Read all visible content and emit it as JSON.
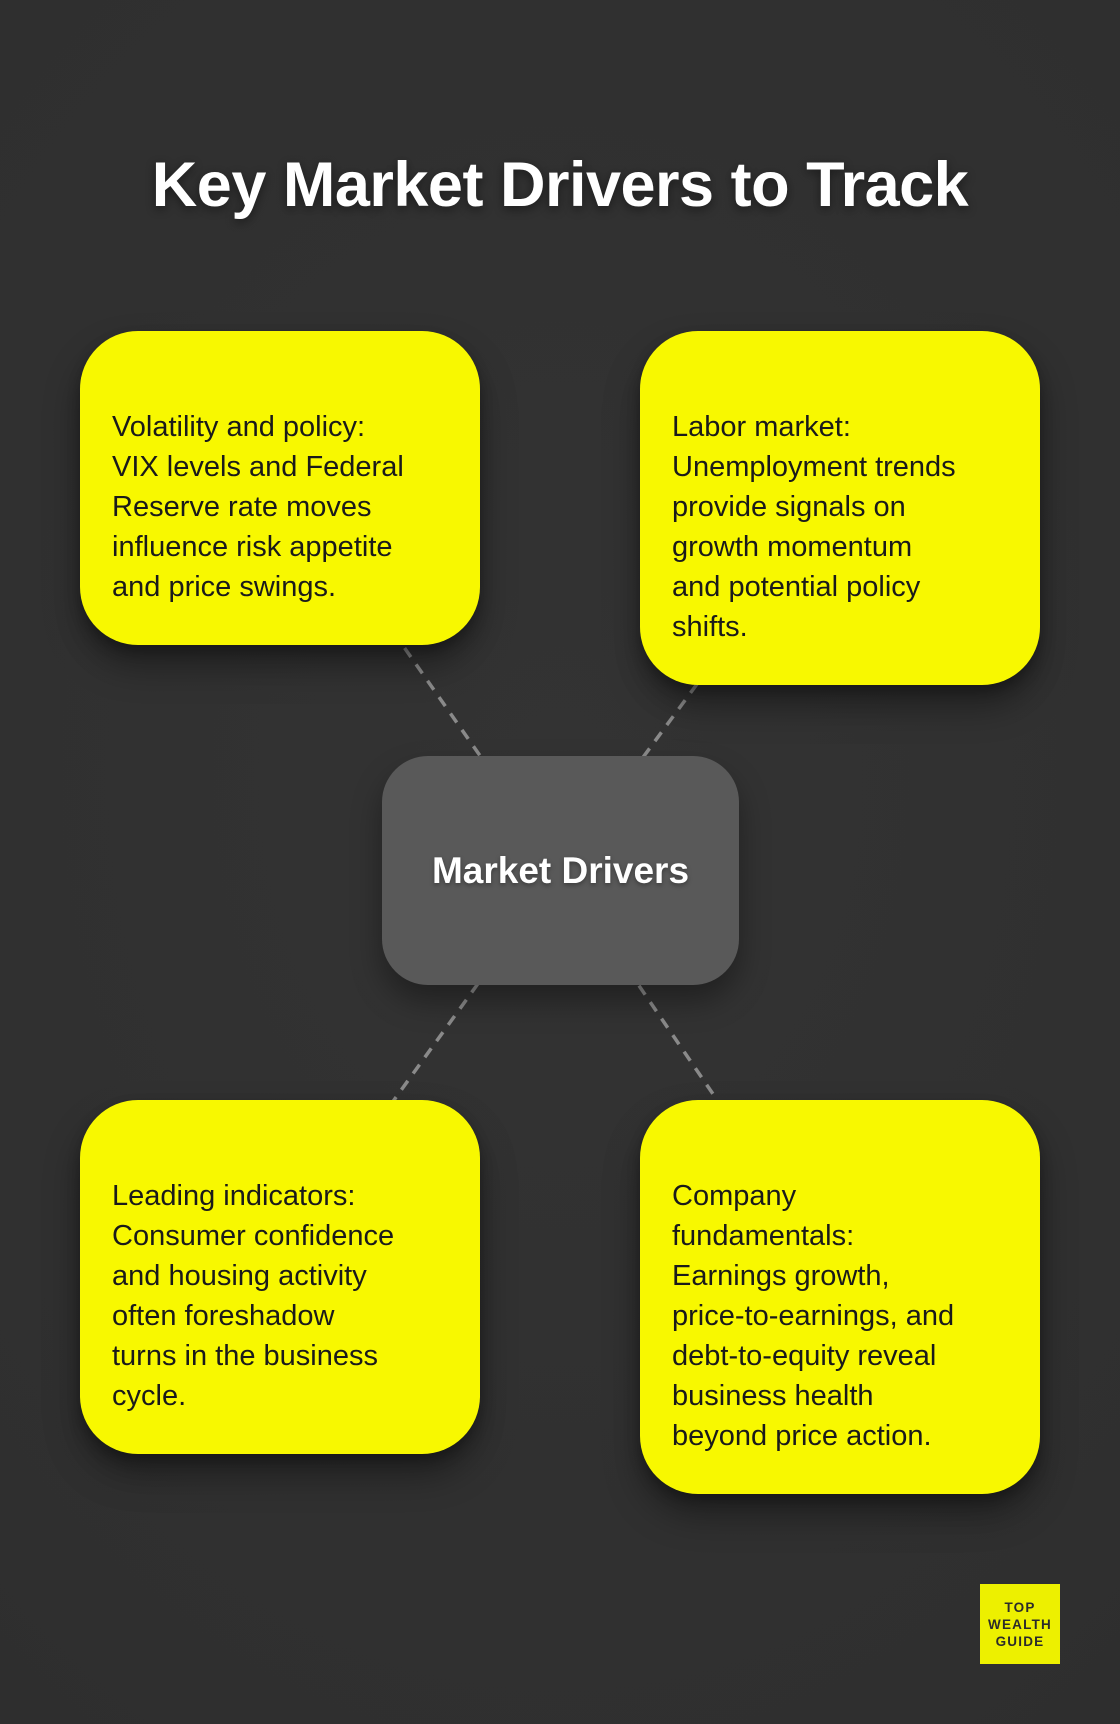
{
  "title": "Key Market Drivers to Track",
  "center": {
    "label": "Market Drivers"
  },
  "cards": [
    {
      "id": "volatility-policy",
      "position": "top-left",
      "lines": [
        "Volatility and policy:",
        "VIX levels and Federal",
        "Reserve rate moves",
        "influence risk appetite",
        "and price swings."
      ]
    },
    {
      "id": "labor-market",
      "position": "top-right",
      "lines": [
        "Labor market:",
        "Unemployment trends",
        "provide signals on",
        "growth momentum",
        "and potential policy",
        "shifts."
      ]
    },
    {
      "id": "leading-indicators",
      "position": "bottom-left",
      "lines": [
        "Leading indicators:",
        "Consumer confidence",
        "and housing activity",
        "often foreshadow",
        "turns in the business",
        "cycle."
      ]
    },
    {
      "id": "company-fundamentals",
      "position": "bottom-right",
      "lines": [
        "Company",
        "fundamentals:",
        "Earnings growth,",
        "price-to-earnings, and",
        "debt-to-equity reveal",
        "business health",
        "beyond price action."
      ]
    }
  ],
  "logo": {
    "lines": [
      "TOP",
      "WEALTH",
      "GUIDE"
    ]
  },
  "colors": {
    "background": "#2f2f2f",
    "card_yellow": "#f8f800",
    "center_gray": "#595959",
    "card_text": "#1a1a1a",
    "title_text": "#ffffff",
    "connector_gray": "#8a8a8a",
    "logo_yellow": "#edf000",
    "logo_text": "#2b2b2b"
  }
}
